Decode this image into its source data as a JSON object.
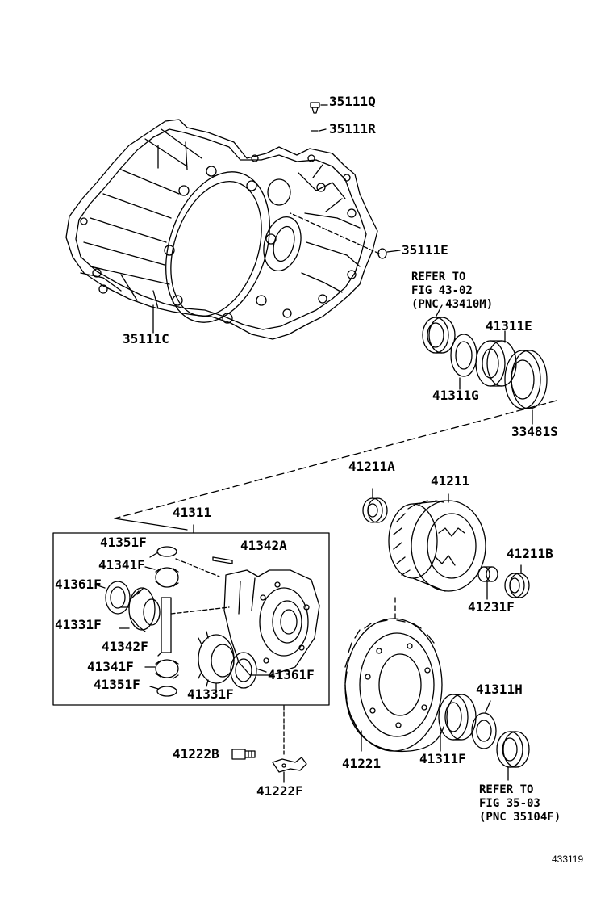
{
  "colors": {
    "ink": "#000000",
    "paper": "#ffffff"
  },
  "labels": {
    "p35111q": "35111Q",
    "p35111r": "35111R",
    "p35111e": "35111E",
    "p35111c": "35111C",
    "refer_top": "REFER TO\nFIG 43-02\n(PNC 43410M)",
    "p41311e": "41311E",
    "p41311g": "41311G",
    "p33481s": "33481S",
    "p41211a": "41211A",
    "p41211": "41211",
    "p41311": "41311",
    "p41351f_a": "41351F",
    "p41342a": "41342A",
    "p41341f_a": "41341F",
    "p41361f_a": "41361F",
    "p41331f_a": "41331F",
    "p41342f": "41342F",
    "p41341f_b": "41341F",
    "p41351f_b": "41351F",
    "p41331f_b": "41331F",
    "p41361f_b": "41361F",
    "p41211b": "41211B",
    "p41231f": "41231F",
    "p41311h": "41311H",
    "p41222b": "41222B",
    "p41222f": "41222F",
    "p41221": "41221",
    "p41311f": "41311F",
    "refer_bottom": "REFER TO\nFIG 35-03\n(PNC 35104F)",
    "figure_number": "433119"
  }
}
